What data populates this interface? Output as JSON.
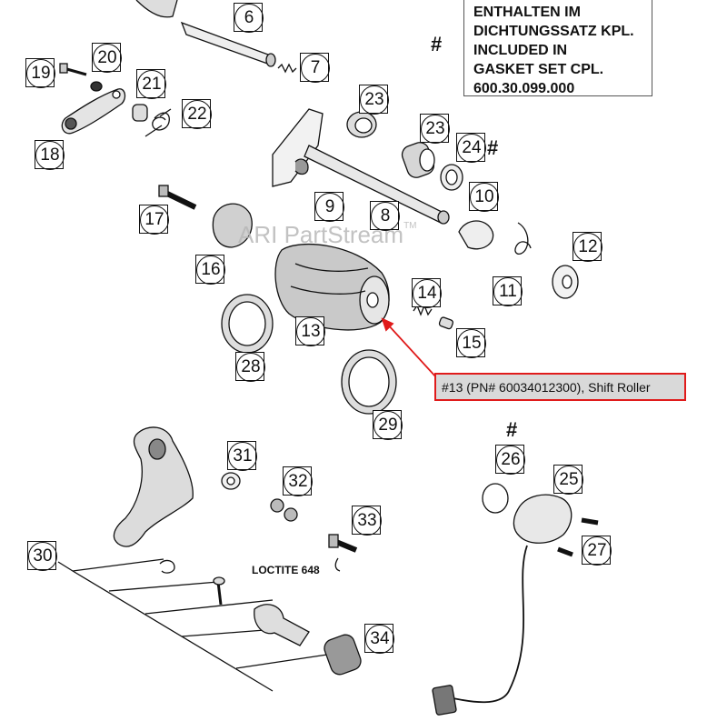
{
  "note": {
    "lines": [
      "ENTHALTEN IM",
      "DICHTUNGSSATZ KPL.",
      "INCLUDED IN",
      "GASKET SET CPL.",
      "600.30.099.000"
    ]
  },
  "hash_marks": [
    "#",
    "#",
    "#"
  ],
  "watermark": {
    "text": "ARI PartStream",
    "tm": "TM"
  },
  "loctite_label": "LOCTITE 648",
  "tooltip": {
    "text": "#13 (PN# 60034012300), Shift Roller"
  },
  "callouts": [
    "6",
    "7",
    "19",
    "20",
    "21",
    "22",
    "18",
    "23",
    "23",
    "24",
    "9",
    "8",
    "10",
    "17",
    "16",
    "12",
    "11",
    "14",
    "15",
    "13",
    "28",
    "29",
    "31",
    "32",
    "33",
    "30",
    "26",
    "25",
    "27",
    "34"
  ],
  "colors": {
    "highlight_border": "#e01b1b",
    "highlight_fill": "#d9d9d9",
    "arrow": "#e01b1b"
  }
}
